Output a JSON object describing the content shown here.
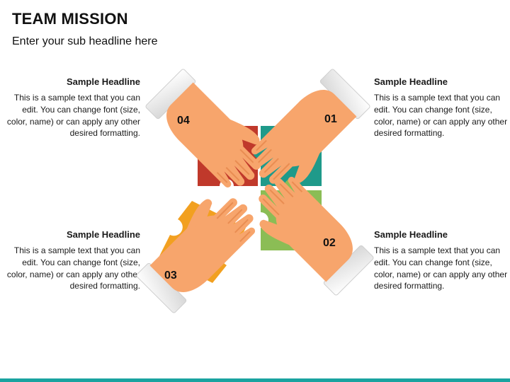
{
  "header": {
    "title": "TEAM MISSION",
    "subtitle": "Enter your sub headline here"
  },
  "items": [
    {
      "number": "01",
      "headline": "Sample Headline",
      "body": "This is a sample text that you can edit. You can change font (size, color, name) or can apply any other desired formatting.",
      "piece_color": "#1f9a8a"
    },
    {
      "number": "02",
      "headline": "Sample Headline",
      "body": "This is a sample text that you can edit. You can change font (size, color, name) or can apply any other desired formatting.",
      "piece_color": "#8bbd55"
    },
    {
      "number": "03",
      "headline": "Sample Headline",
      "body": "This is a sample text that you can edit. You can change font (size, color, name) or can apply any other desired formatting.",
      "piece_color": "#f2a020"
    },
    {
      "number": "04",
      "headline": "Sample Headline",
      "body": "This is a sample text that you can edit. You can change font (size, color, name) or can apply any other desired formatting.",
      "piece_color": "#c0392b"
    }
  ],
  "colors": {
    "hand": "#f7a56c",
    "hand_shade": "#e98d52",
    "accent_bar": "#1aa3a0"
  }
}
